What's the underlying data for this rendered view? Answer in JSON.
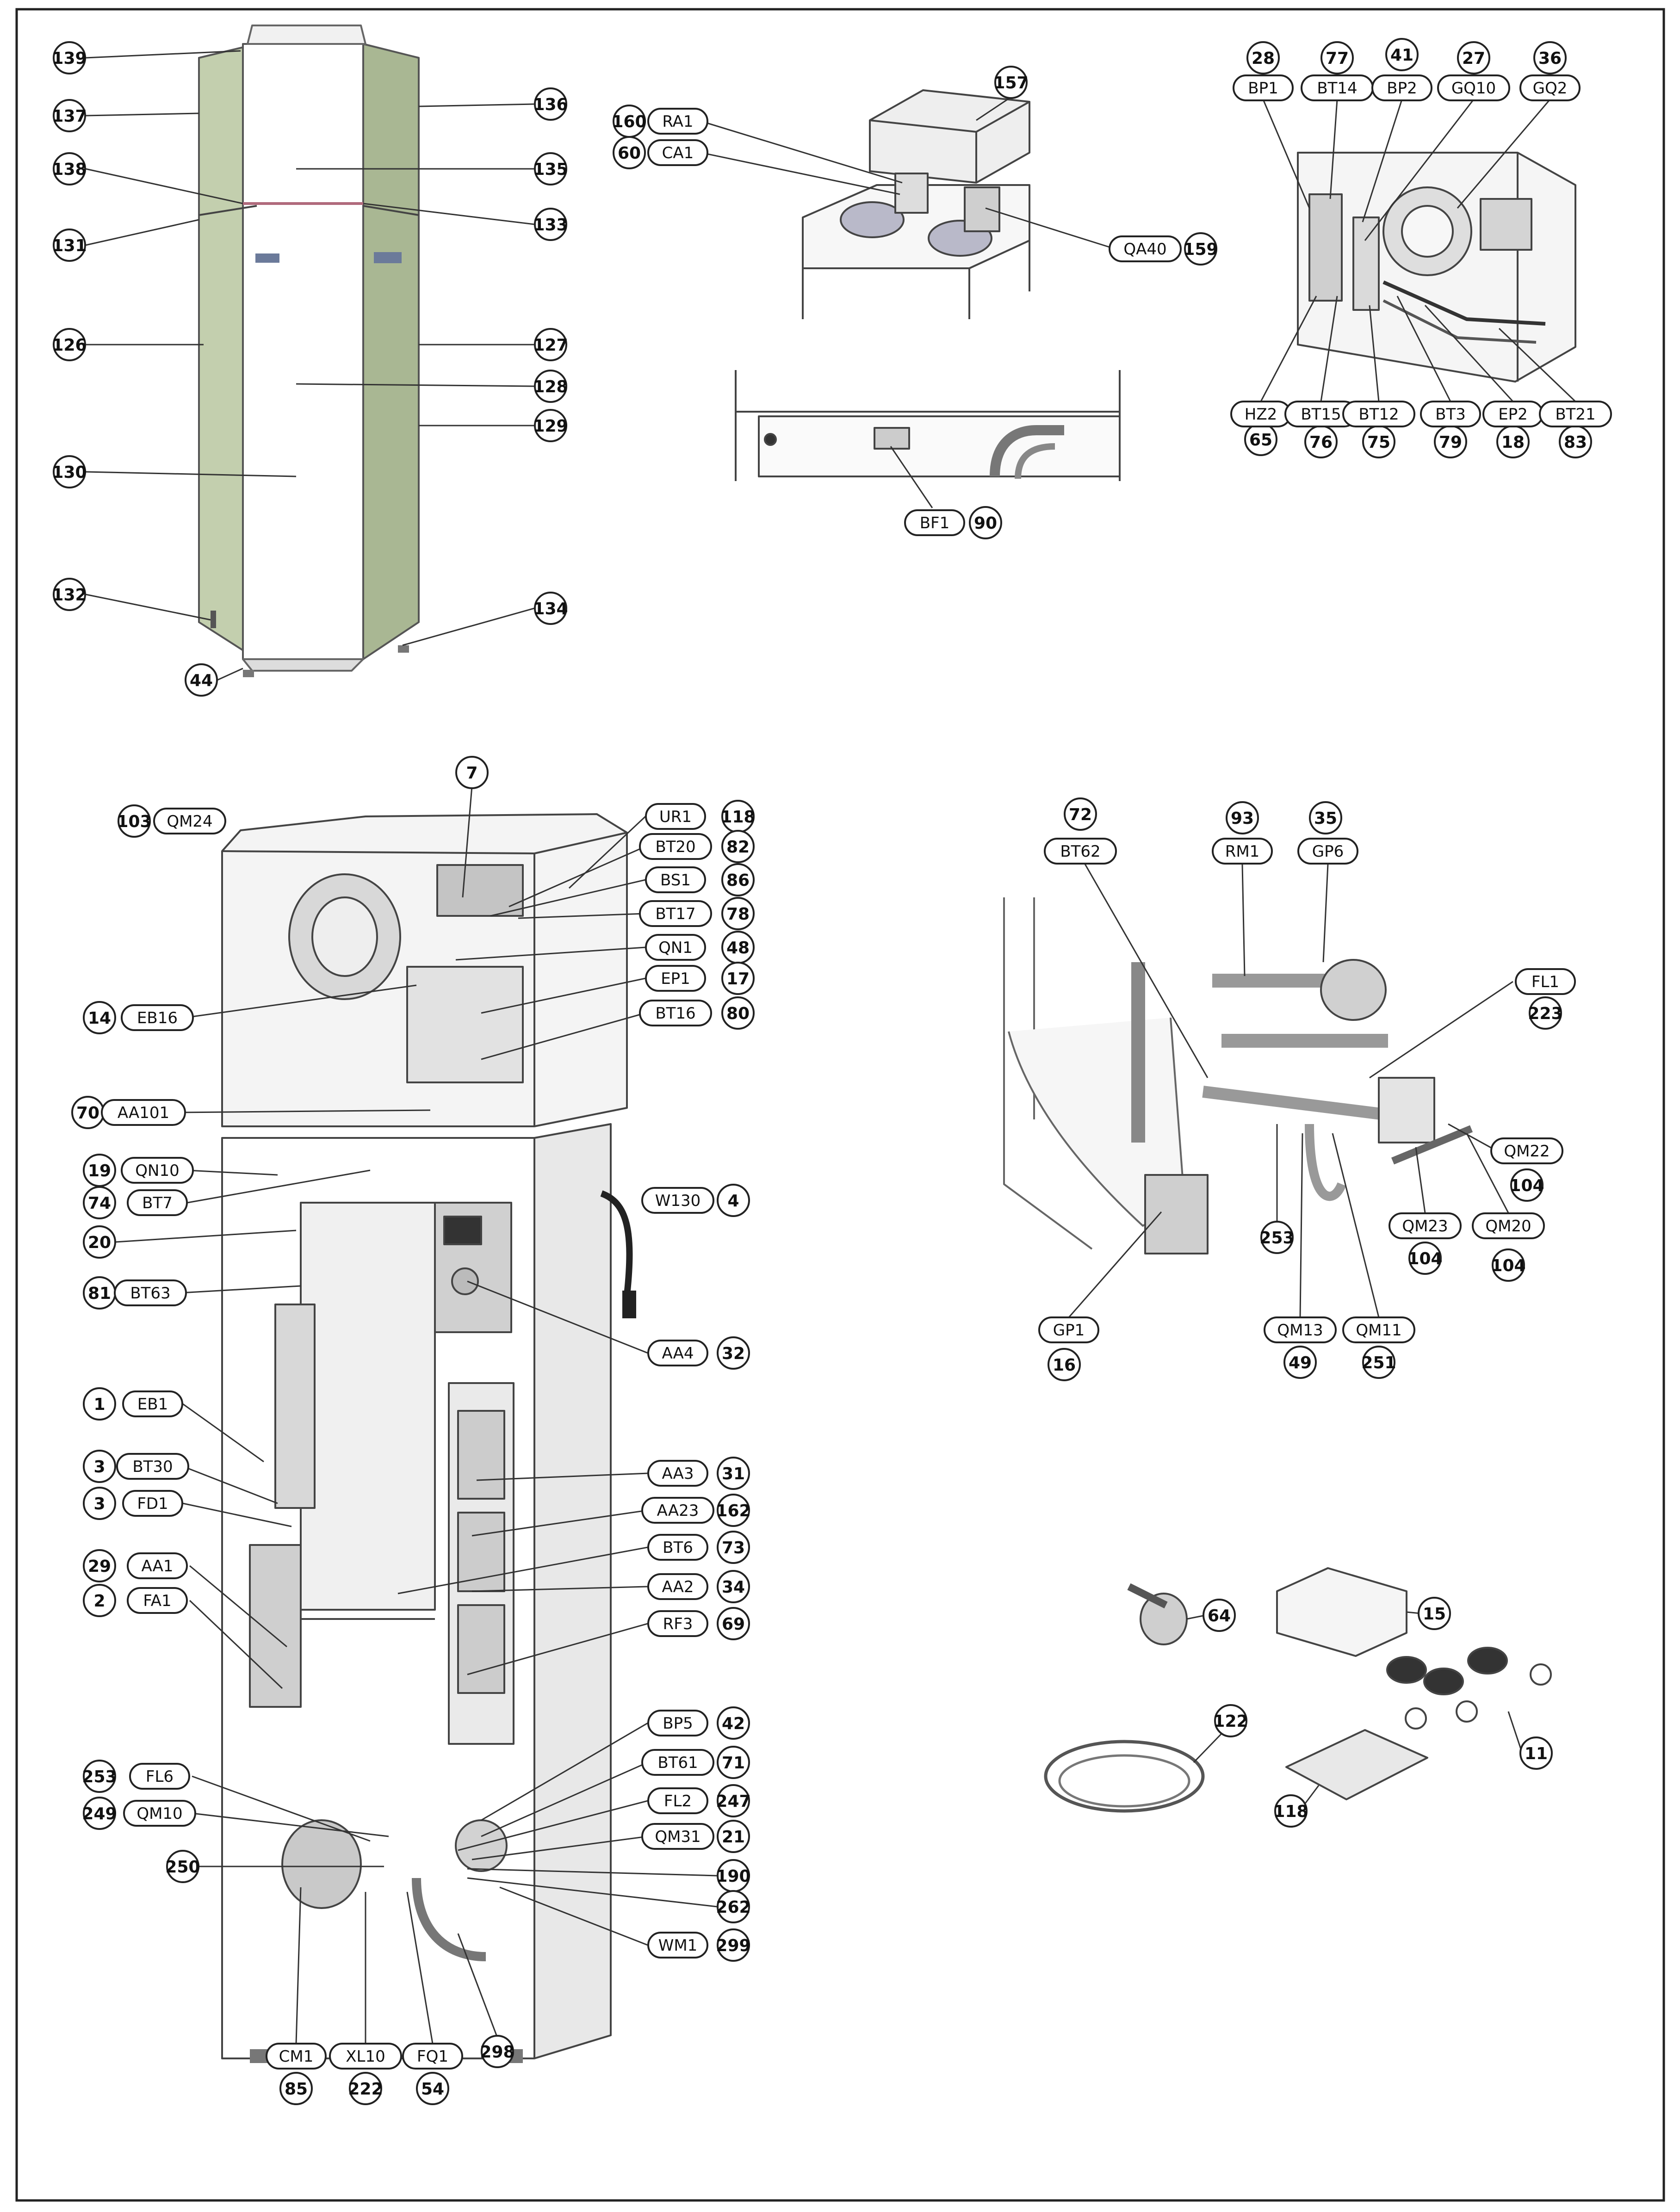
{
  "diagram": {
    "title": "",
    "groups": [
      {
        "name": "front-cabinet",
        "callouts": [
          "139",
          "137",
          "138",
          "131",
          "126",
          "130",
          "132",
          "44",
          "136",
          "135",
          "133",
          "127",
          "128",
          "129",
          "134"
        ],
        "tags": []
      },
      {
        "name": "top-module",
        "callouts": [
          "160",
          "60",
          "157",
          "159"
        ],
        "tags": [
          "RA1",
          "CA1",
          "QA40"
        ]
      },
      {
        "name": "bf1-detail",
        "callouts": [
          "90"
        ],
        "tags": [
          "BF1"
        ]
      },
      {
        "name": "compressor-module",
        "callouts": [
          "28",
          "77",
          "41",
          "27",
          "36",
          "65",
          "76",
          "75",
          "79",
          "18",
          "83"
        ],
        "tags": [
          "BP1",
          "BT14",
          "BP2",
          "GQ10",
          "GQ2",
          "HZ2",
          "BT15",
          "BT12",
          "BT3",
          "EP2",
          "BT21"
        ]
      },
      {
        "name": "main-unit",
        "callouts": [
          "7",
          "103",
          "118",
          "82",
          "86",
          "78",
          "48",
          "17",
          "80",
          "14",
          "70",
          "19",
          "74",
          "20",
          "81",
          "4",
          "32",
          "1",
          "3",
          "3",
          "29",
          "2",
          "31",
          "162",
          "73",
          "34",
          "69",
          "42",
          "71",
          "247",
          "21",
          "190",
          "262",
          "299",
          "253",
          "249",
          "250",
          "85",
          "222",
          "54",
          "298"
        ],
        "tags": [
          "QM24",
          "UR1",
          "BT20",
          "BS1",
          "BT17",
          "QN1",
          "EP1",
          "BT16",
          "EB16",
          "AA101",
          "QN10",
          "BT7",
          "W130",
          "BT63",
          "AA4",
          "EB1",
          "BT30",
          "FD1",
          "AA1",
          "FA1",
          "AA3",
          "AA23",
          "BT6",
          "AA2",
          "RF3",
          "BP5",
          "BT61",
          "FL2",
          "QM31",
          "FL6",
          "QM10",
          "WM1",
          "CM1",
          "XL10",
          "FQ1"
        ]
      },
      {
        "name": "pump-module",
        "callouts": [
          "72",
          "93",
          "35",
          "223",
          "104",
          "104",
          "104",
          "253",
          "16",
          "49",
          "251"
        ],
        "tags": [
          "BT62",
          "RM1",
          "GP6",
          "FL1",
          "QM22",
          "QM23",
          "QM20",
          "GP1",
          "QM13",
          "QM11"
        ]
      },
      {
        "name": "accessories",
        "callouts": [
          "64",
          "15",
          "122",
          "11",
          "118"
        ],
        "tags": []
      }
    ]
  }
}
